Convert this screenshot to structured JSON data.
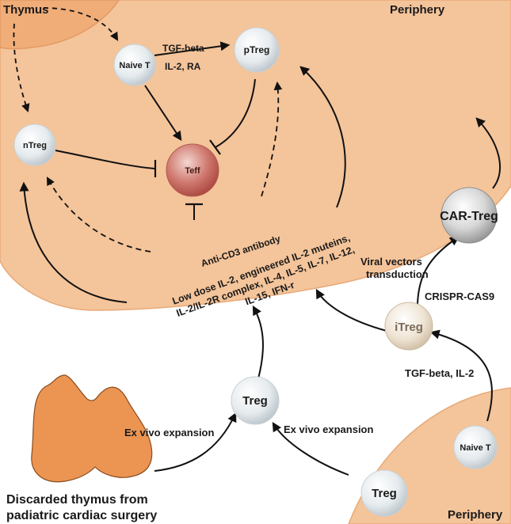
{
  "colors": {
    "region": "#f4c49a",
    "region_edge": "#e0a070",
    "thymus_organ": "#ec9553",
    "cell_light": "#e8ecee",
    "teff": "#c0504a",
    "itreg": "#f1e6d6",
    "arrow": "#111111"
  },
  "regions": {
    "thymus": "Thymus",
    "periphery_top": "Periphery",
    "periphery_bottom": "Periphery"
  },
  "cells": {
    "naive_t_top": "Naive T",
    "ptreg": "pTreg",
    "ntreg": "nTreg",
    "teff": "Teff",
    "car_treg": "CAR-Treg",
    "itreg": "iTreg",
    "treg_center": "Treg",
    "naive_t_bottom": "Naive T",
    "treg_bottom": "Treg"
  },
  "labels": {
    "tgf_beta": "TGF-beta",
    "il2_ra": "IL-2, RA",
    "anti_cd3": "Anti-CD3 antibody",
    "cytokines": [
      "Low dose IL-2, engineered IL-2 muteins,",
      "IL-2/IL-2R complex, IL-4, IL-5, IL-7, IL-12,",
      "IL-15, IFN-r"
    ],
    "viral_vectors": "Viral vectors",
    "transduction": "transduction",
    "crispr": "CRISPR-CAS9",
    "tgf_il2": "TGF-beta, IL-2",
    "ex_vivo_left": "Ex vivo expansion",
    "ex_vivo_right": "Ex vivo expansion",
    "discarded_line1": "Discarded thymus from",
    "discarded_line2": "padiatric cardiac surgery"
  }
}
